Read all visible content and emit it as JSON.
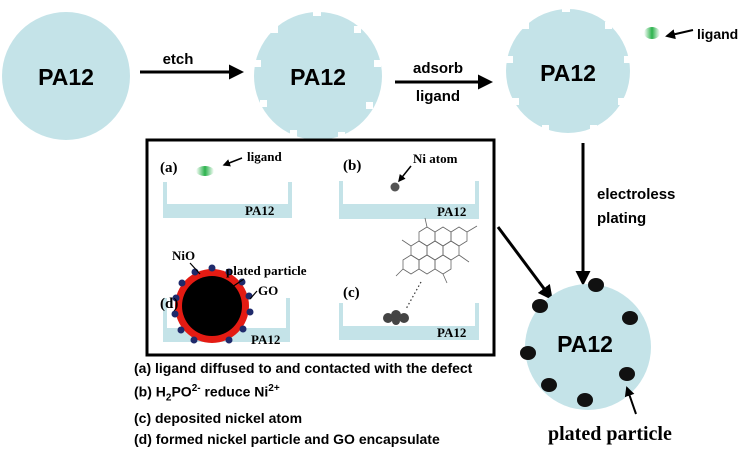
{
  "particle_label": "PA12",
  "steps": {
    "etch": "etch",
    "adsorb_line1": "adsorb",
    "adsorb_line2": "ligand",
    "ligand_key": "ligand",
    "plating_line1": "electroless",
    "plating_line2": "plating",
    "plated_particle": "plated particle"
  },
  "panels": {
    "a": {
      "tag": "(a)",
      "label": "ligand",
      "substrate": "PA12"
    },
    "b": {
      "tag": "(b)",
      "label": "Ni atom",
      "substrate": "PA12"
    },
    "c": {
      "tag": "(c)",
      "substrate": "PA12"
    },
    "d": {
      "tag": "(d)",
      "nio": "NiO",
      "plated": "plated particle",
      "go": "GO",
      "substrate": "PA12"
    }
  },
  "legend": {
    "a": "(a) ligand diffused to and contacted with the defect",
    "b_prefix": "(b)  H",
    "b_sub2": "2",
    "b_po": "PO",
    "b_sup2": "2-",
    "b_reduce": " reduce Ni",
    "b_sup3": "2+",
    "c": "(c) deposited nickel atom",
    "d": "(d) formed nickel particle and GO encapsulate"
  },
  "colors": {
    "particle": "#c4e3e8",
    "ligand": "#2bb24c",
    "nickel": "#111111",
    "red_shell": "#e41b13",
    "navy_dot": "#1f2a6b",
    "ni_atom": "#555555"
  }
}
